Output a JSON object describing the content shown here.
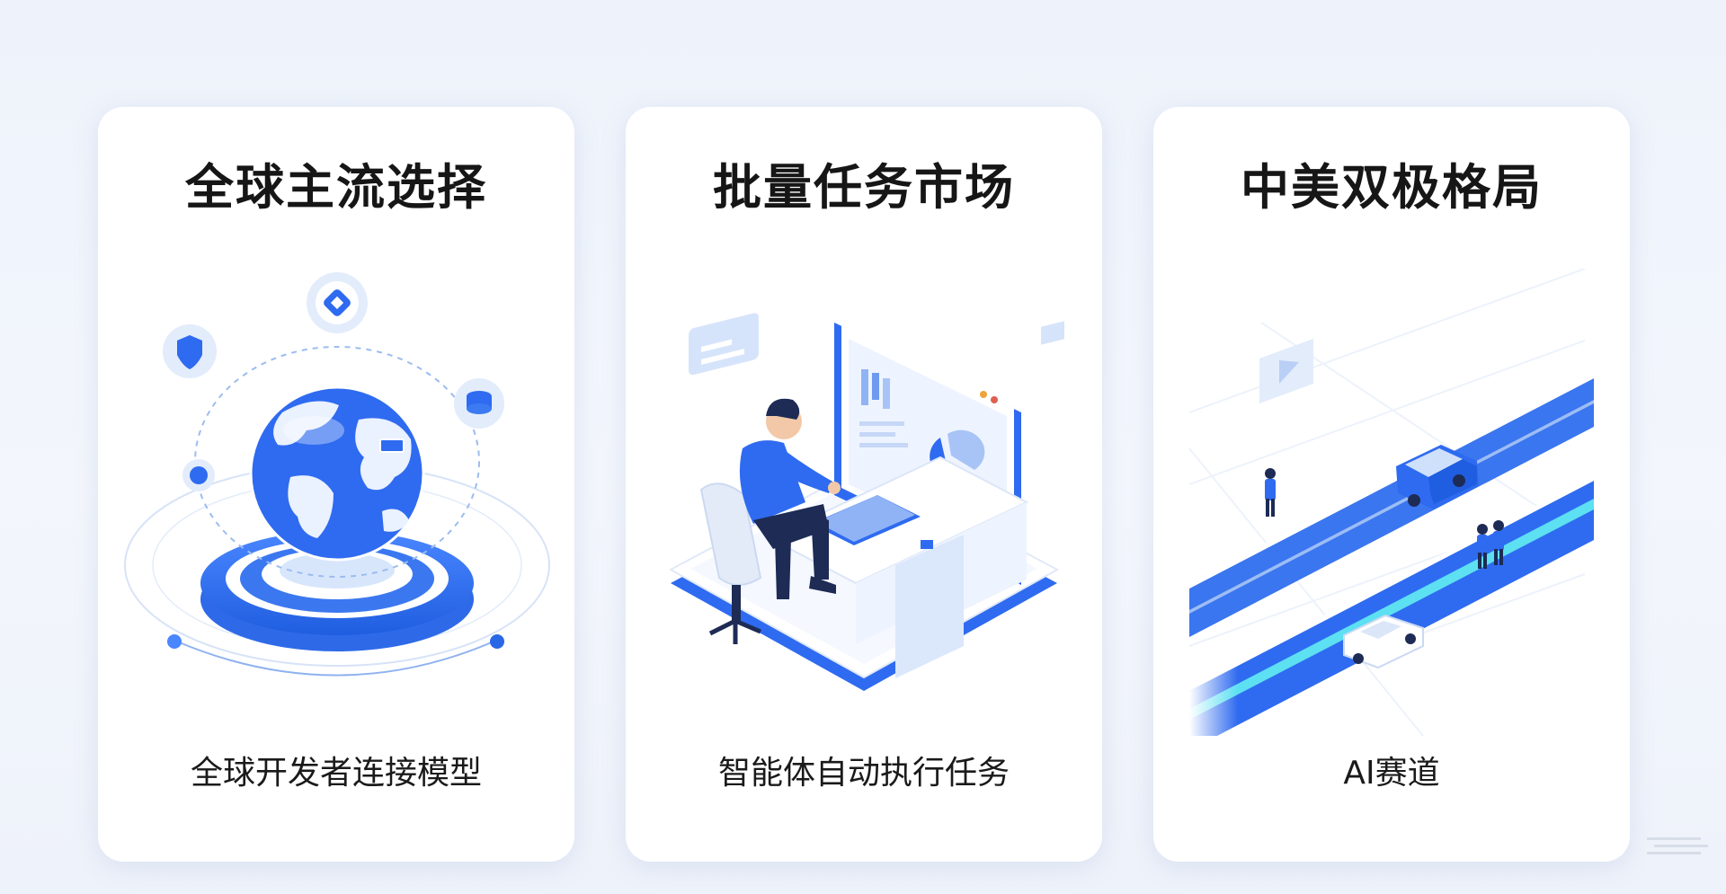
{
  "cards": [
    {
      "title": "全球主流选择",
      "subtitle": "全球开发者连接模型",
      "illustration_icon": "globe-network-icon"
    },
    {
      "title": "批量任务市场",
      "subtitle": "智能体自动执行任务",
      "illustration_icon": "person-at-computer-icon"
    },
    {
      "title": "中美双极格局",
      "subtitle": "AI赛道",
      "illustration_icon": "highway-track-icon"
    }
  ],
  "colors": {
    "accent": "#2f6bf0",
    "accent_light": "#cfe0fb",
    "background": "#eef3fb",
    "card": "#ffffff"
  }
}
